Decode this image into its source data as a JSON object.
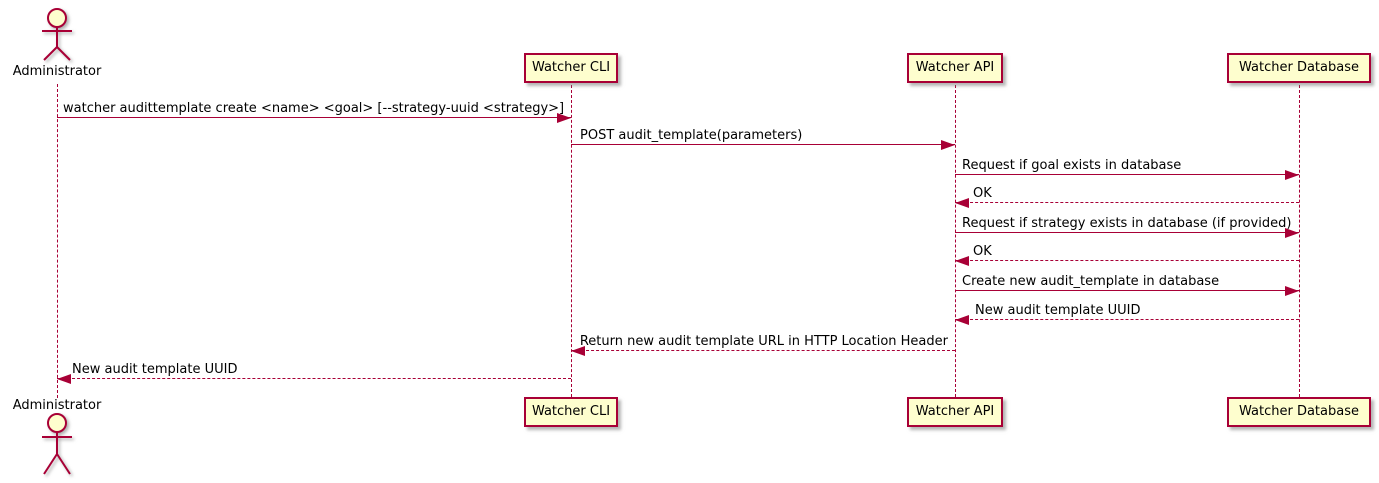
{
  "diagram": {
    "type": "sequence-diagram",
    "tool_style": "plantuml",
    "colors": {
      "shape_border": "#A80036",
      "shape_fill": "#FEFECE",
      "arrow": "#A80036",
      "text": "#000000",
      "background": "#FFFFFF"
    }
  },
  "actor": {
    "name": "Administrator"
  },
  "participants": [
    {
      "name": "Watcher CLI"
    },
    {
      "name": "Watcher API"
    },
    {
      "name": "Watcher Database"
    }
  ],
  "messages": [
    {
      "from": "Administrator",
      "to": "Watcher CLI",
      "style": "solid",
      "text": "watcher audittemplate create <name> <goal> [--strategy-uuid <strategy>]"
    },
    {
      "from": "Watcher CLI",
      "to": "Watcher API",
      "style": "solid",
      "text": "POST audit_template(parameters)"
    },
    {
      "from": "Watcher API",
      "to": "Watcher Database",
      "style": "solid",
      "text": "Request if goal exists in database"
    },
    {
      "from": "Watcher Database",
      "to": "Watcher API",
      "style": "dashed",
      "text": "OK"
    },
    {
      "from": "Watcher API",
      "to": "Watcher Database",
      "style": "solid",
      "text": "Request if strategy exists in database (if provided)"
    },
    {
      "from": "Watcher Database",
      "to": "Watcher API",
      "style": "dashed",
      "text": "OK"
    },
    {
      "from": "Watcher API",
      "to": "Watcher Database",
      "style": "solid",
      "text": "Create new audit_template in database"
    },
    {
      "from": "Watcher Database",
      "to": "Watcher API",
      "style": "dashed",
      "text": "New audit template UUID"
    },
    {
      "from": "Watcher API",
      "to": "Watcher CLI",
      "style": "dashed",
      "text": "Return new audit template URL in HTTP Location Header"
    },
    {
      "from": "Watcher CLI",
      "to": "Administrator",
      "style": "dashed",
      "text": "New audit template UUID"
    }
  ]
}
